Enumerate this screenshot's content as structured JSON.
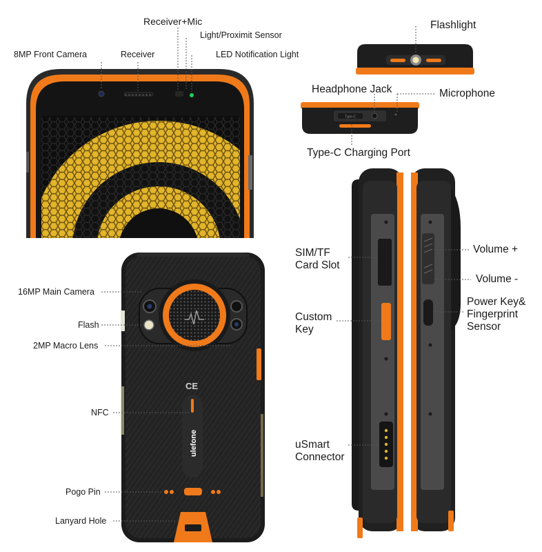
{
  "labels": {
    "receiver_mic": "Receiver+Mic",
    "light_sensor": "Light/Proximit Sensor",
    "front_camera": "8MP Front Camera",
    "receiver": "Receiver",
    "led_light": "LED Notification Light",
    "flashlight": "Flashlight",
    "headphone_jack": "Headphone Jack",
    "microphone": "Microphone",
    "typec_port": "Type-C Charging Port",
    "main_camera": "16MP Main Camera",
    "flash": "Flash",
    "macro_lens": "2MP Macro Lens",
    "nfc": "NFC",
    "pogo_pin": "Pogo Pin",
    "lanyard_hole": "Lanyard Hole",
    "sim_line1": "SIM/TF",
    "sim_line2": "Card Slot",
    "custom_line1": "Custom",
    "custom_line2": "Key",
    "usmart_line1": "uSmart",
    "usmart_line2": "Connector",
    "volume_up": "Volume +",
    "volume_down": "Volume -",
    "power_line1": "Power Key&",
    "power_line2": "Fingerprint",
    "power_line3": "Sensor"
  },
  "device": {
    "brand_logo": "ulefone",
    "port_text": "Type-C",
    "cert_marks": "CE"
  },
  "colors": {
    "accent_orange": "#f07a1a",
    "body_dark": "#1c1c1c",
    "screen_yellow": "#e2b52a",
    "led_green": "#1fd05a"
  }
}
